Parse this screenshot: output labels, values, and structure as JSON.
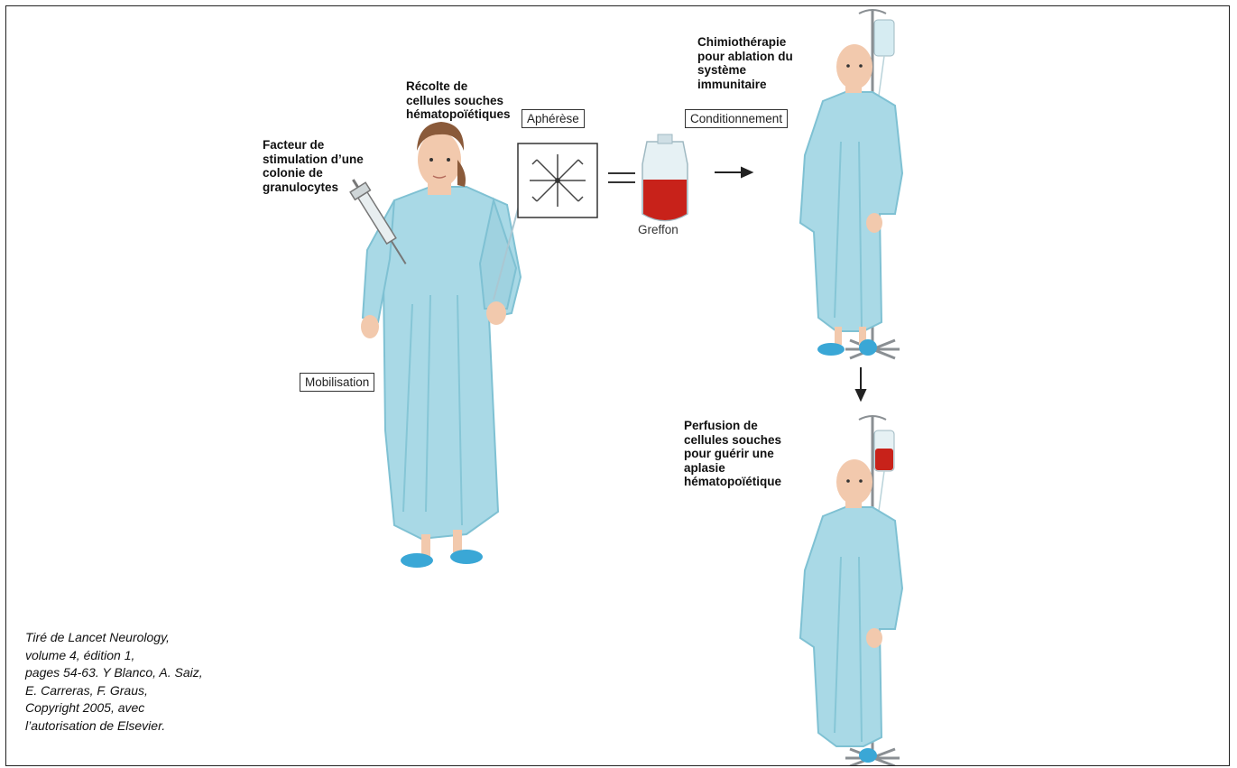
{
  "labels": {
    "facteur": "Facteur de\nstimulation d’une\ncolonie de\ngranulocytes",
    "recolte": "Récolte de\ncellules souches\nhématopoïétiques",
    "apherese": "Aphérèse",
    "greffon": "Greffon",
    "chimio": "Chimiothérapie\npour ablation du\nsystème\nimmunitaire",
    "conditionnement": "Conditionnement",
    "mobilisation": "Mobilisation",
    "perfusion": "Perfusion de\ncellules souches\npour guérir une\naplasie\nhématopoïétique"
  },
  "credit": "Tiré de Lancet Neurology,\nvolume 4, édition 1,\npages 54-63. Y Blanco, A. Saiz,\nE. Carreras, F. Graus,\nCopyright 2005, avec\nl’autorisation de Elsevier.",
  "colors": {
    "gown": "#a9d9e6",
    "gown_shadow": "#7fc1d3",
    "skin": "#f2c9ad",
    "blood": "#c8221a",
    "hair": "#8a5a3a",
    "slipper": "#3aa7d6"
  }
}
